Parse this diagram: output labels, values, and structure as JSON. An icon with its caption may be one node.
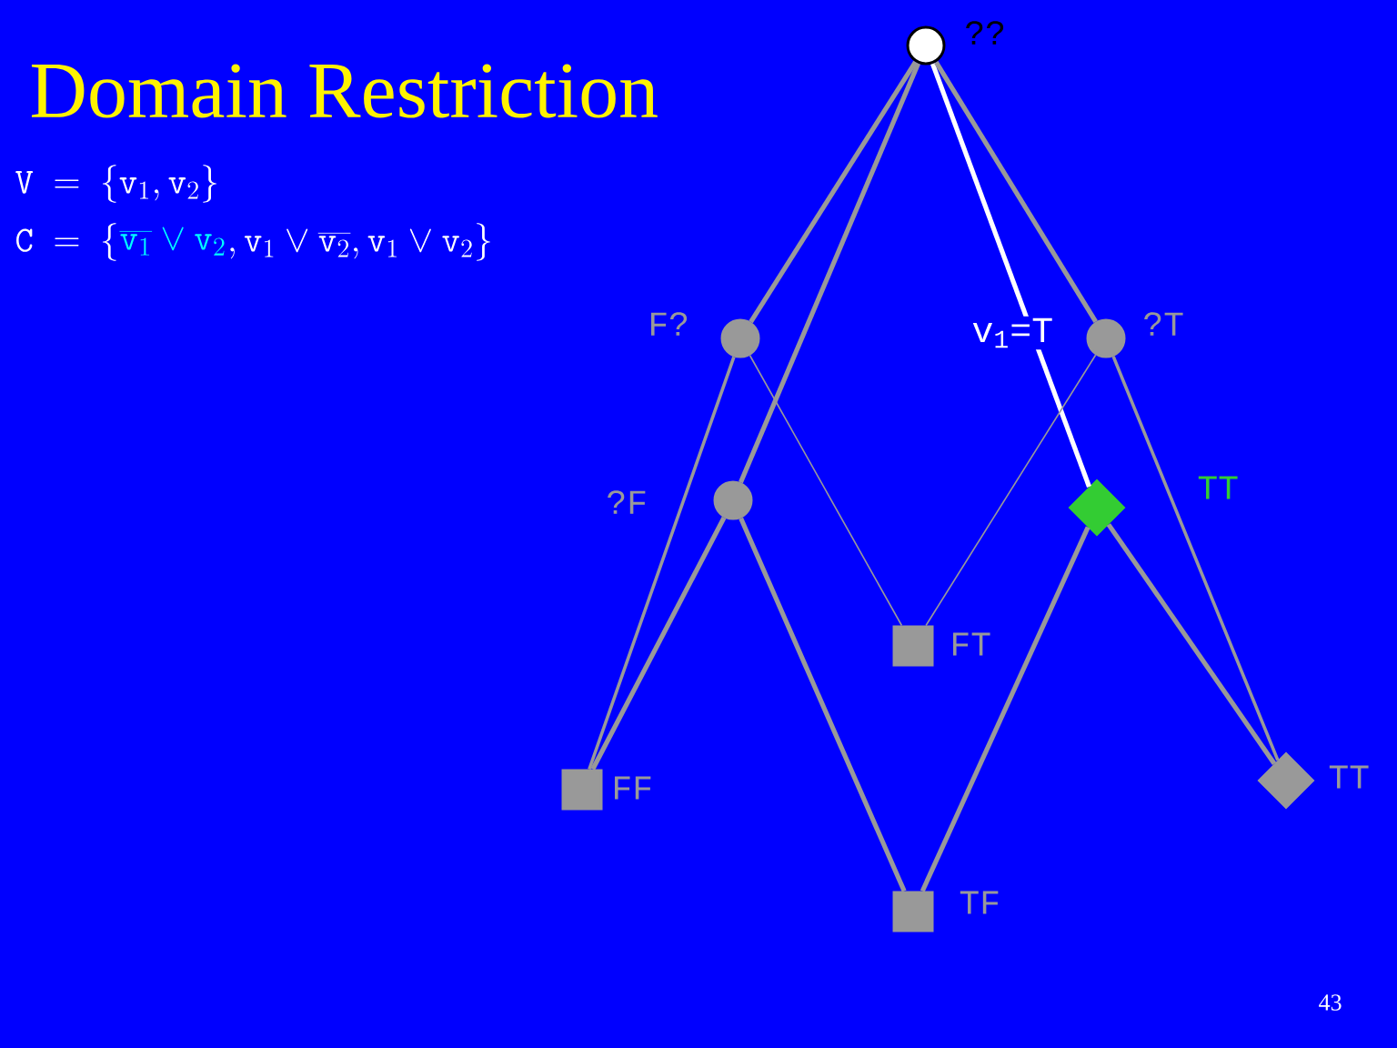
{
  "diagram": {
    "title": "Domain Restriction",
    "nodes": [
      {
        "text": [],
        "shape": "circle",
        "beside": [
          "??"
        ]
      },
      {
        "text": [],
        "shape": "circle",
        "beside": [
          "F?"
        ]
      },
      {
        "text": [],
        "shape": "circle",
        "beside": [
          "?T"
        ]
      },
      {
        "text": [],
        "shape": "circle",
        "beside": [
          "?F"
        ]
      },
      {
        "text": [],
        "shape": "diamond",
        "beside": [
          "TT"
        ]
      },
      {
        "text": [],
        "shape": "box",
        "beside": [
          "FT"
        ]
      },
      {
        "text": [],
        "shape": "box",
        "beside": [
          "FF"
        ]
      },
      {
        "text": [],
        "shape": "diamond",
        "beside": [
          "TT"
        ]
      },
      {
        "text": [],
        "shape": "box",
        "beside": [
          "TF"
        ]
      }
    ],
    "edges": [
      {
        "from": 0,
        "to": 1,
        "arrow": "none"
      },
      {
        "from": 0,
        "to": 3,
        "arrow": "none"
      },
      {
        "from": 0,
        "to": 4,
        "arrow": "none",
        "color": "#ffffff",
        "label": "v$_{1}$=T"
      },
      {
        "from": 0,
        "to": 2,
        "arrow": "none"
      },
      {
        "from": 1,
        "to": 6,
        "arrow": "none"
      },
      {
        "from": 1,
        "to": 5,
        "arrow": "none"
      },
      {
        "from": 2,
        "to": 5,
        "arrow": "none"
      },
      {
        "from": 2,
        "to": 7,
        "arrow": "none"
      },
      {
        "from": 3,
        "to": 6,
        "arrow": "none"
      },
      {
        "from": 3,
        "to": 8,
        "arrow": "none"
      },
      {
        "from": 4,
        "to": 8,
        "arrow": "none"
      },
      {
        "from": 4,
        "to": 7,
        "arrow": "none"
      }
    ],
    "labels": [
      "\\mathtt{V}\\ =\\ \\{\\mathtt{v}_1,\\mathtt{v}_2\\}",
      "\\mathtt{C}\\ =\\ \\{",
      "\\overline{\\mathtt{v}_1}\\vee\\mathtt{v}_2",
      ",\\mathtt{v}_1\\vee\\overline{\\mathtt{v}_2},\\mathtt{v}_1\\vee\\mathtt{v}_2\\}",
      "43"
    ]
  }
}
